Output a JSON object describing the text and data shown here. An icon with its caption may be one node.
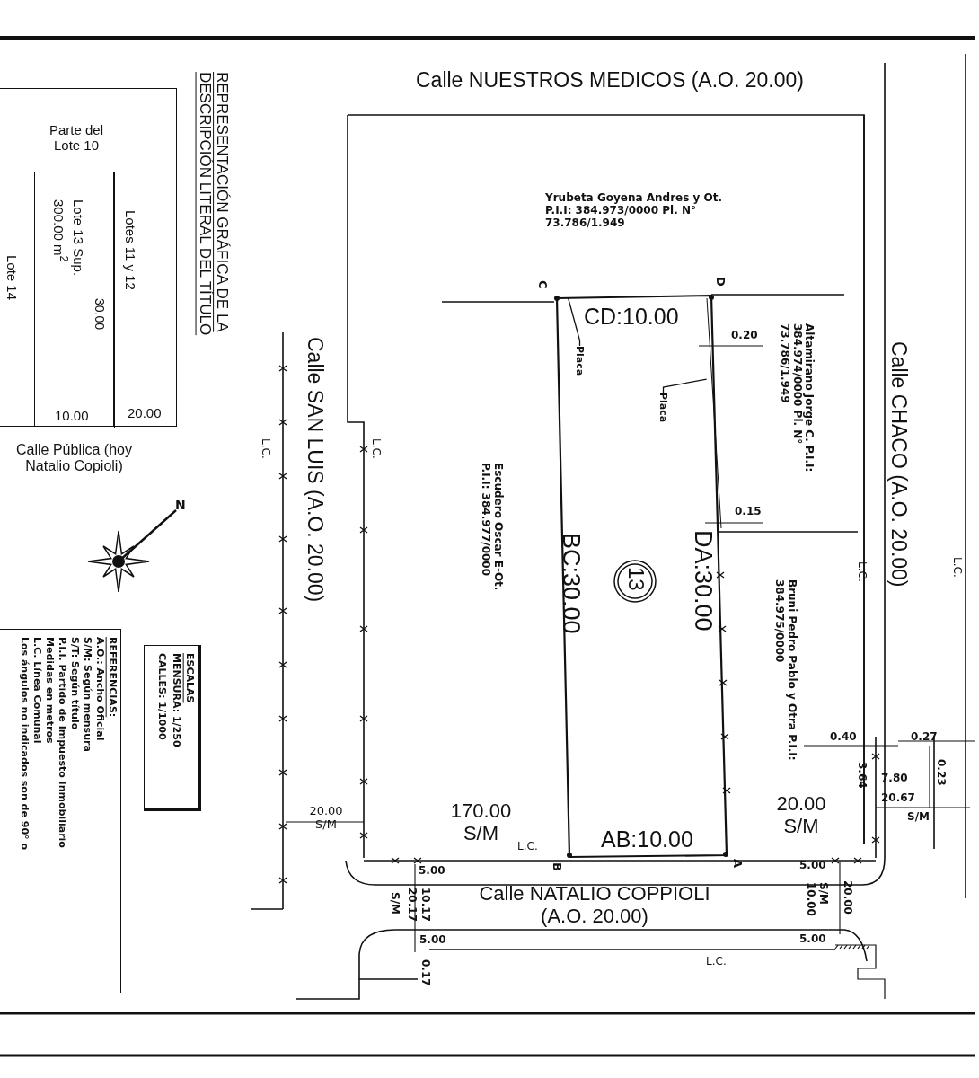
{
  "diagram": {
    "title": "REPRESENTACIÓN GRÁFICA DE LA DESCRIPCIÓN LITERAL DEL TÍTULO",
    "nodes": [
      {
        "text": [
          "Parte del Lote 10",
          "Lotes 11 y 12",
          "Lote 14",
          "20.00"
        ]
      },
      {
        "text": [
          "Lote 13 Sup. 300.00 m$^{2}$",
          "30.00",
          "10.00"
        ],
        "in": 0
      },
      {
        "text": [
          "ESCALAS",
          "MENSURA: 1/250",
          "CALLES: 1/1000"
        ]
      },
      {
        "text": [
          "REFERENCIAS:",
          "A.O.: Ancho Oficial",
          "S/M: Según mensura",
          "S/T: Según título",
          "P.I.I. Partido de Impuesto Inmobiliario",
          "Medidas en metros",
          "L.C. Línea Comunal",
          "Los ángulos no indicados son de 90° o"
        ]
      },
      {
        "text": [
          "CD:10.00",
          "BC:30.00",
          "DA:30.00",
          "AB:10.00"
        ]
      },
      {
        "text": [
          "13"
        ],
        "in": 4
      },
      {
        "text": [
          "Placa"
        ],
        "in": 4
      },
      {
        "text": [
          "Placa"
        ],
        "in": 4
      }
    ],
    "edges": [
      {
        "from": 6,
        "to": 4,
        "arrow": "none"
      },
      {
        "from": 7,
        "to": 4,
        "arrow": "none"
      }
    ],
    "labels": [
      "Calle Pública (hoy Natalio Copioli)",
      "N",
      "Calle NUESTROS MEDICOS (A.O. 20.00)",
      "Yrubeta Goyena Andres y Ot. P.I.I: 384.973/0000 Pl. N° 73.786/1.949",
      "C",
      "D",
      "L.C.",
      "L.C.",
      "0.20",
      "Altamirano Jorge C. P.I.I: 384.974/0000 Pl. N° 73.786/1.949",
      "Calle SAN LUIS (A.O. 20.00)",
      "Calle CHACO (A.O. 20.00)",
      "Escudero Oscar E-Ot. P.I.I: 384.977/0000",
      "0.15",
      "L.C.",
      "L.C.",
      "Bruni Pedro Pablo y Otra P.I.I: 384.975/0000",
      "0.40",
      "0.27",
      "0.23",
      "3.64",
      "7.80",
      "20.67",
      "S/M",
      "20.00 S/M",
      "170.00 S/M",
      "20.00 S/M",
      "L.C.",
      "B",
      "A",
      "5.00",
      "5.00",
      "Calle NATALIO COPPIOLI (A.O. 20.00)",
      "10.17",
      "20.17",
      "S/M",
      "S/M 10.00",
      "20.00",
      "5.00",
      "5.00",
      "0.17",
      "L.C."
    ]
  }
}
